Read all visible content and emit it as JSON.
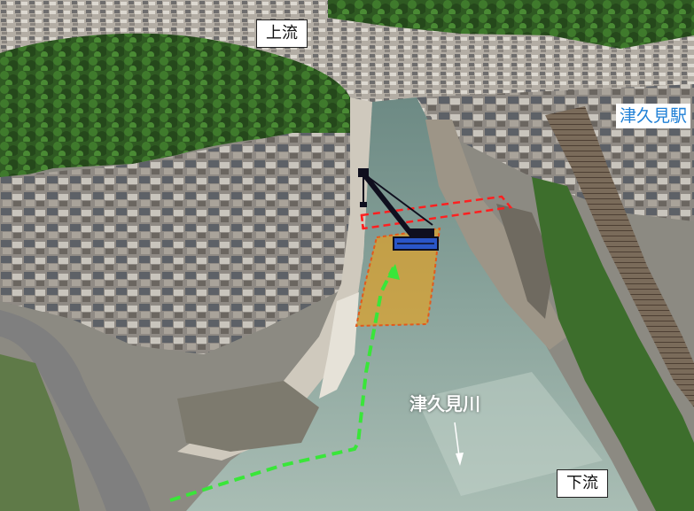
{
  "labels": {
    "upstream": "上流",
    "downstream": "下流",
    "station": "津久見駅",
    "river": "津久見川"
  },
  "colors": {
    "route_green": "#39e639",
    "work_area_fill": "#e6a21e",
    "work_area_border": "#e25a1c",
    "red_dashed": "#ff2020",
    "station_text": "#1e7fd6",
    "crane": "#0f0f1e",
    "crane_blue": "#2a56c8"
  },
  "icons": [
    "crane-icon",
    "arrow-up-icon",
    "arrow-down-icon"
  ]
}
